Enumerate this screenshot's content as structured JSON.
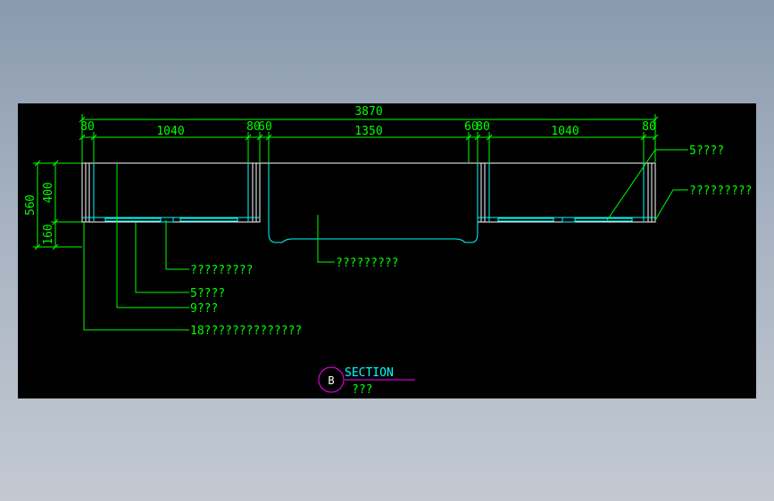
{
  "colors": {
    "background": "#000000",
    "dimension": "#00ff00",
    "geometry": "#ffffff",
    "cabinet": "#00ffff",
    "leader": "#00ff00",
    "section_marker": "#ff00ff"
  },
  "dimensions": {
    "top_total": "3870",
    "top_segments": [
      "80",
      "1040",
      "80",
      "60",
      "1350",
      "60",
      "80",
      "1040",
      "80"
    ],
    "left_total": "560",
    "left_segments": [
      "400",
      "160"
    ]
  },
  "callouts": [
    "5????",
    "?????????",
    "?????????",
    "?????????",
    "5????",
    "9???",
    "18??????????????"
  ],
  "section": {
    "letter": "B",
    "title": "SECTION",
    "subtitle": "???"
  }
}
